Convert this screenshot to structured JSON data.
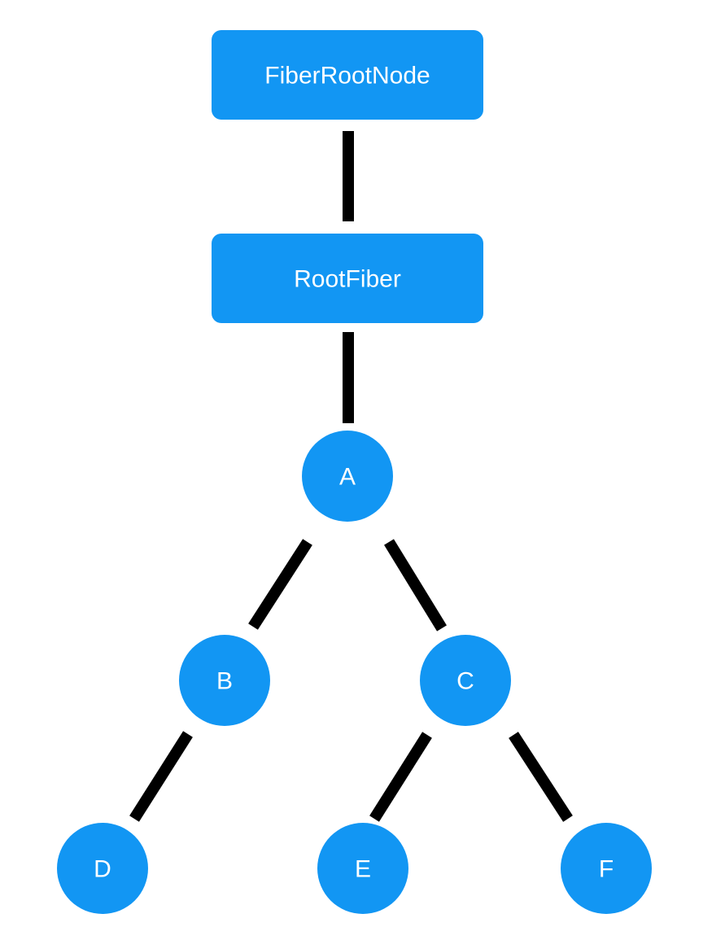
{
  "colors": {
    "node_fill": "#1296F3",
    "edge_stroke": "#000000",
    "label_text": "#FFFFFF",
    "background": "#FFFFFF"
  },
  "nodes": {
    "fiber_root_node": {
      "label": "FiberRootNode",
      "shape": "rounded-rectangle"
    },
    "root_fiber": {
      "label": "RootFiber",
      "shape": "rounded-rectangle"
    },
    "a": {
      "label": "A",
      "shape": "circle"
    },
    "b": {
      "label": "B",
      "shape": "circle"
    },
    "c": {
      "label": "C",
      "shape": "circle"
    },
    "d": {
      "label": "D",
      "shape": "circle"
    },
    "e": {
      "label": "E",
      "shape": "circle"
    },
    "f": {
      "label": "F",
      "shape": "circle"
    }
  },
  "edges": [
    {
      "from": "FiberRootNode",
      "to": "RootFiber"
    },
    {
      "from": "RootFiber",
      "to": "A"
    },
    {
      "from": "A",
      "to": "B"
    },
    {
      "from": "A",
      "to": "C"
    },
    {
      "from": "B",
      "to": "D"
    },
    {
      "from": "C",
      "to": "E"
    },
    {
      "from": "C",
      "to": "F"
    }
  ]
}
